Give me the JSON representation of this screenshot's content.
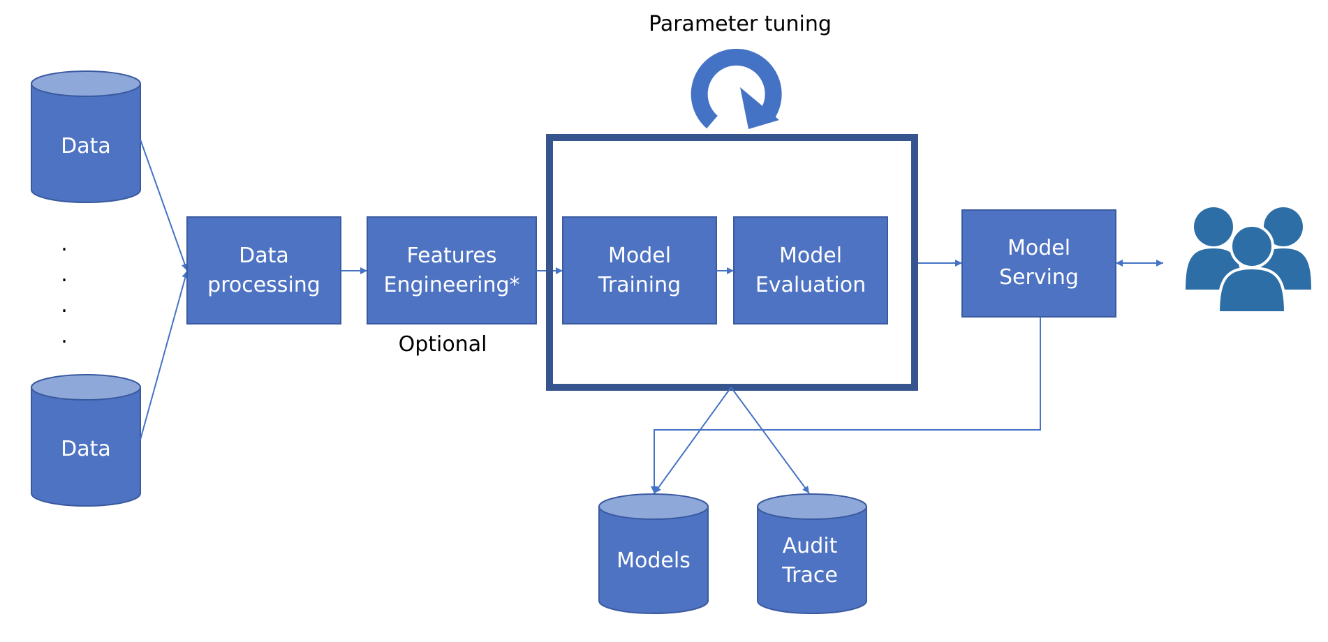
{
  "title": "Parameter tuning",
  "colors": {
    "box_fill": "#4e73c2",
    "box_stroke": "#3a5aa0",
    "cylinder_top": "#8fa8da",
    "frame": "#36558f",
    "connector": "#4472c4",
    "users_icon": "#2e6ea6"
  },
  "sources": [
    {
      "label": "Data"
    },
    {
      "label": "Data"
    }
  ],
  "ellipsis": [
    ".",
    ".",
    ".",
    "."
  ],
  "process": {
    "data_processing": {
      "line1": "Data",
      "line2": "processing"
    },
    "features_engineering": {
      "line1": "Features",
      "line2": "Engineering*",
      "note": "Optional"
    },
    "model_training": {
      "line1": "Model",
      "line2": "Training"
    },
    "model_evaluation": {
      "line1": "Model",
      "line2": "Evaluation"
    },
    "model_serving": {
      "line1": "Model",
      "line2": "Serving"
    }
  },
  "stores": {
    "models": {
      "label": "Models"
    },
    "audit_trace": {
      "line1": "Audit",
      "line2": "Trace"
    }
  },
  "icons": {
    "tuning": "refresh-cycle-icon",
    "users": "users-group-icon"
  }
}
